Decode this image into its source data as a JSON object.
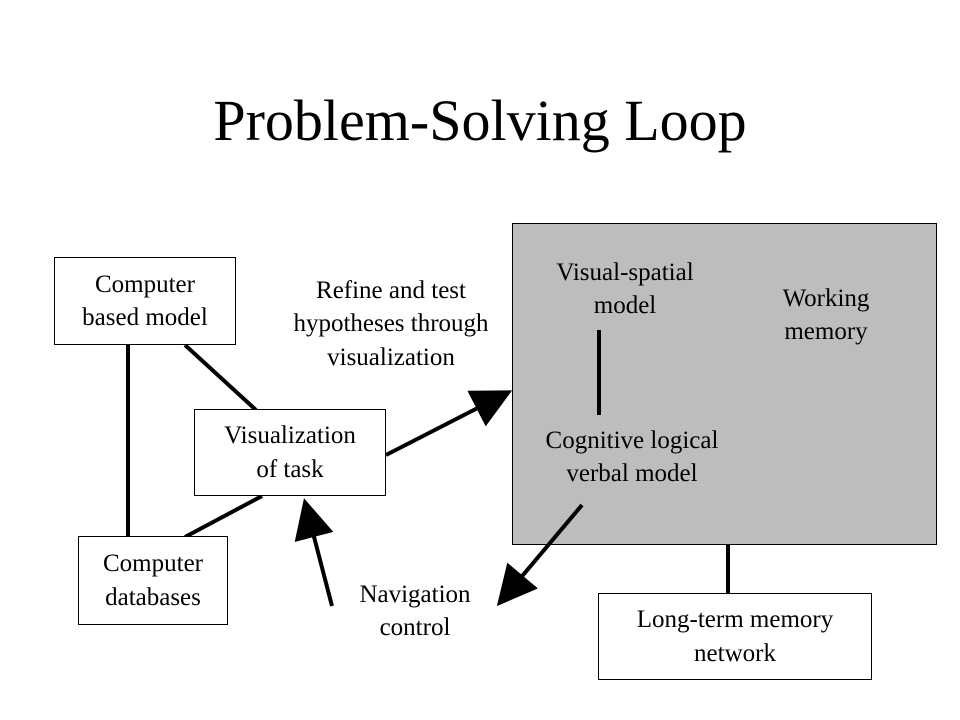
{
  "title": "Problem-Solving Loop",
  "nodes": {
    "computer_model": [
      "Computer",
      "based model"
    ],
    "visualization": [
      "Visualization",
      "of task"
    ],
    "databases": [
      "Computer",
      "databases"
    ],
    "long_term_memory": [
      "Long-term memory",
      "network"
    ]
  },
  "working_memory_panel": {
    "visual_spatial": [
      "Visual-spatial",
      "model"
    ],
    "working_memory": [
      "Working",
      "memory"
    ],
    "cognitive_logical": [
      "Cognitive logical",
      "verbal model"
    ]
  },
  "labels": {
    "refine": [
      "Refine and test",
      "hypotheses through",
      "visualization"
    ],
    "navigation": [
      "Navigation",
      "control"
    ]
  },
  "colors": {
    "panel": "#bdbdbd",
    "line": "#000000"
  }
}
